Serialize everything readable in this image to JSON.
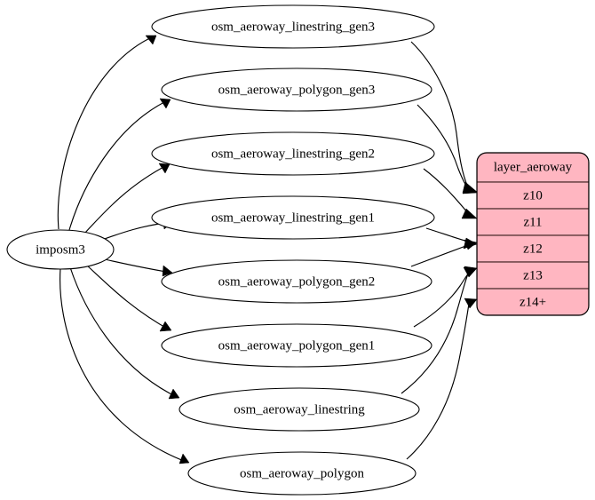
{
  "graph": {
    "type": "directed-graph",
    "orientation": "left-to-right",
    "background_color": "#ffffff",
    "edge_color": "#000000",
    "source": {
      "id": "imposm3",
      "label": "imposm3",
      "shape": "ellipse",
      "fill_color": "#ffffff",
      "border_color": "#000000"
    },
    "intermediate_nodes": [
      {
        "id": "osm_aeroway_linestring_gen3",
        "label": "osm_aeroway_linestring_gen3",
        "shape": "ellipse",
        "fill_color": "#ffffff"
      },
      {
        "id": "osm_aeroway_polygon_gen3",
        "label": "osm_aeroway_polygon_gen3",
        "shape": "ellipse",
        "fill_color": "#ffffff"
      },
      {
        "id": "osm_aeroway_linestring_gen2",
        "label": "osm_aeroway_linestring_gen2",
        "shape": "ellipse",
        "fill_color": "#ffffff"
      },
      {
        "id": "osm_aeroway_linestring_gen1",
        "label": "osm_aeroway_linestring_gen1",
        "shape": "ellipse",
        "fill_color": "#ffffff"
      },
      {
        "id": "osm_aeroway_polygon_gen2",
        "label": "osm_aeroway_polygon_gen2",
        "shape": "ellipse",
        "fill_color": "#ffffff"
      },
      {
        "id": "osm_aeroway_polygon_gen1",
        "label": "osm_aeroway_polygon_gen1",
        "shape": "ellipse",
        "fill_color": "#ffffff"
      },
      {
        "id": "osm_aeroway_linestring",
        "label": "osm_aeroway_linestring",
        "shape": "ellipse",
        "fill_color": "#ffffff"
      },
      {
        "id": "osm_aeroway_polygon",
        "label": "osm_aeroway_polygon",
        "shape": "ellipse",
        "fill_color": "#ffffff"
      }
    ],
    "target_table": {
      "id": "layer_aeroway",
      "header": "layer_aeroway",
      "shape": "rounded-record",
      "fill_color": "#ffb6c1",
      "border_color": "#4d2d2d",
      "rows": [
        {
          "id": "z10",
          "label": "z10"
        },
        {
          "id": "z11",
          "label": "z11"
        },
        {
          "id": "z12",
          "label": "z12"
        },
        {
          "id": "z13",
          "label": "z13"
        },
        {
          "id": "z14plus",
          "label": "z14+"
        }
      ]
    },
    "edges": [
      {
        "from": "imposm3",
        "to": "osm_aeroway_linestring_gen3"
      },
      {
        "from": "imposm3",
        "to": "osm_aeroway_polygon_gen3"
      },
      {
        "from": "imposm3",
        "to": "osm_aeroway_linestring_gen2"
      },
      {
        "from": "imposm3",
        "to": "osm_aeroway_linestring_gen1"
      },
      {
        "from": "imposm3",
        "to": "osm_aeroway_polygon_gen2"
      },
      {
        "from": "imposm3",
        "to": "osm_aeroway_polygon_gen1"
      },
      {
        "from": "imposm3",
        "to": "osm_aeroway_linestring"
      },
      {
        "from": "imposm3",
        "to": "osm_aeroway_polygon"
      },
      {
        "from": "osm_aeroway_linestring_gen3",
        "to": "z10"
      },
      {
        "from": "osm_aeroway_polygon_gen3",
        "to": "z10"
      },
      {
        "from": "osm_aeroway_linestring_gen2",
        "to": "z11"
      },
      {
        "from": "osm_aeroway_polygon_gen2",
        "to": "z12"
      },
      {
        "from": "osm_aeroway_linestring_gen1",
        "to": "z12"
      },
      {
        "from": "osm_aeroway_polygon_gen1",
        "to": "z13"
      },
      {
        "from": "osm_aeroway_linestring",
        "to": "z13"
      },
      {
        "from": "osm_aeroway_polygon",
        "to": "z14plus"
      }
    ]
  }
}
